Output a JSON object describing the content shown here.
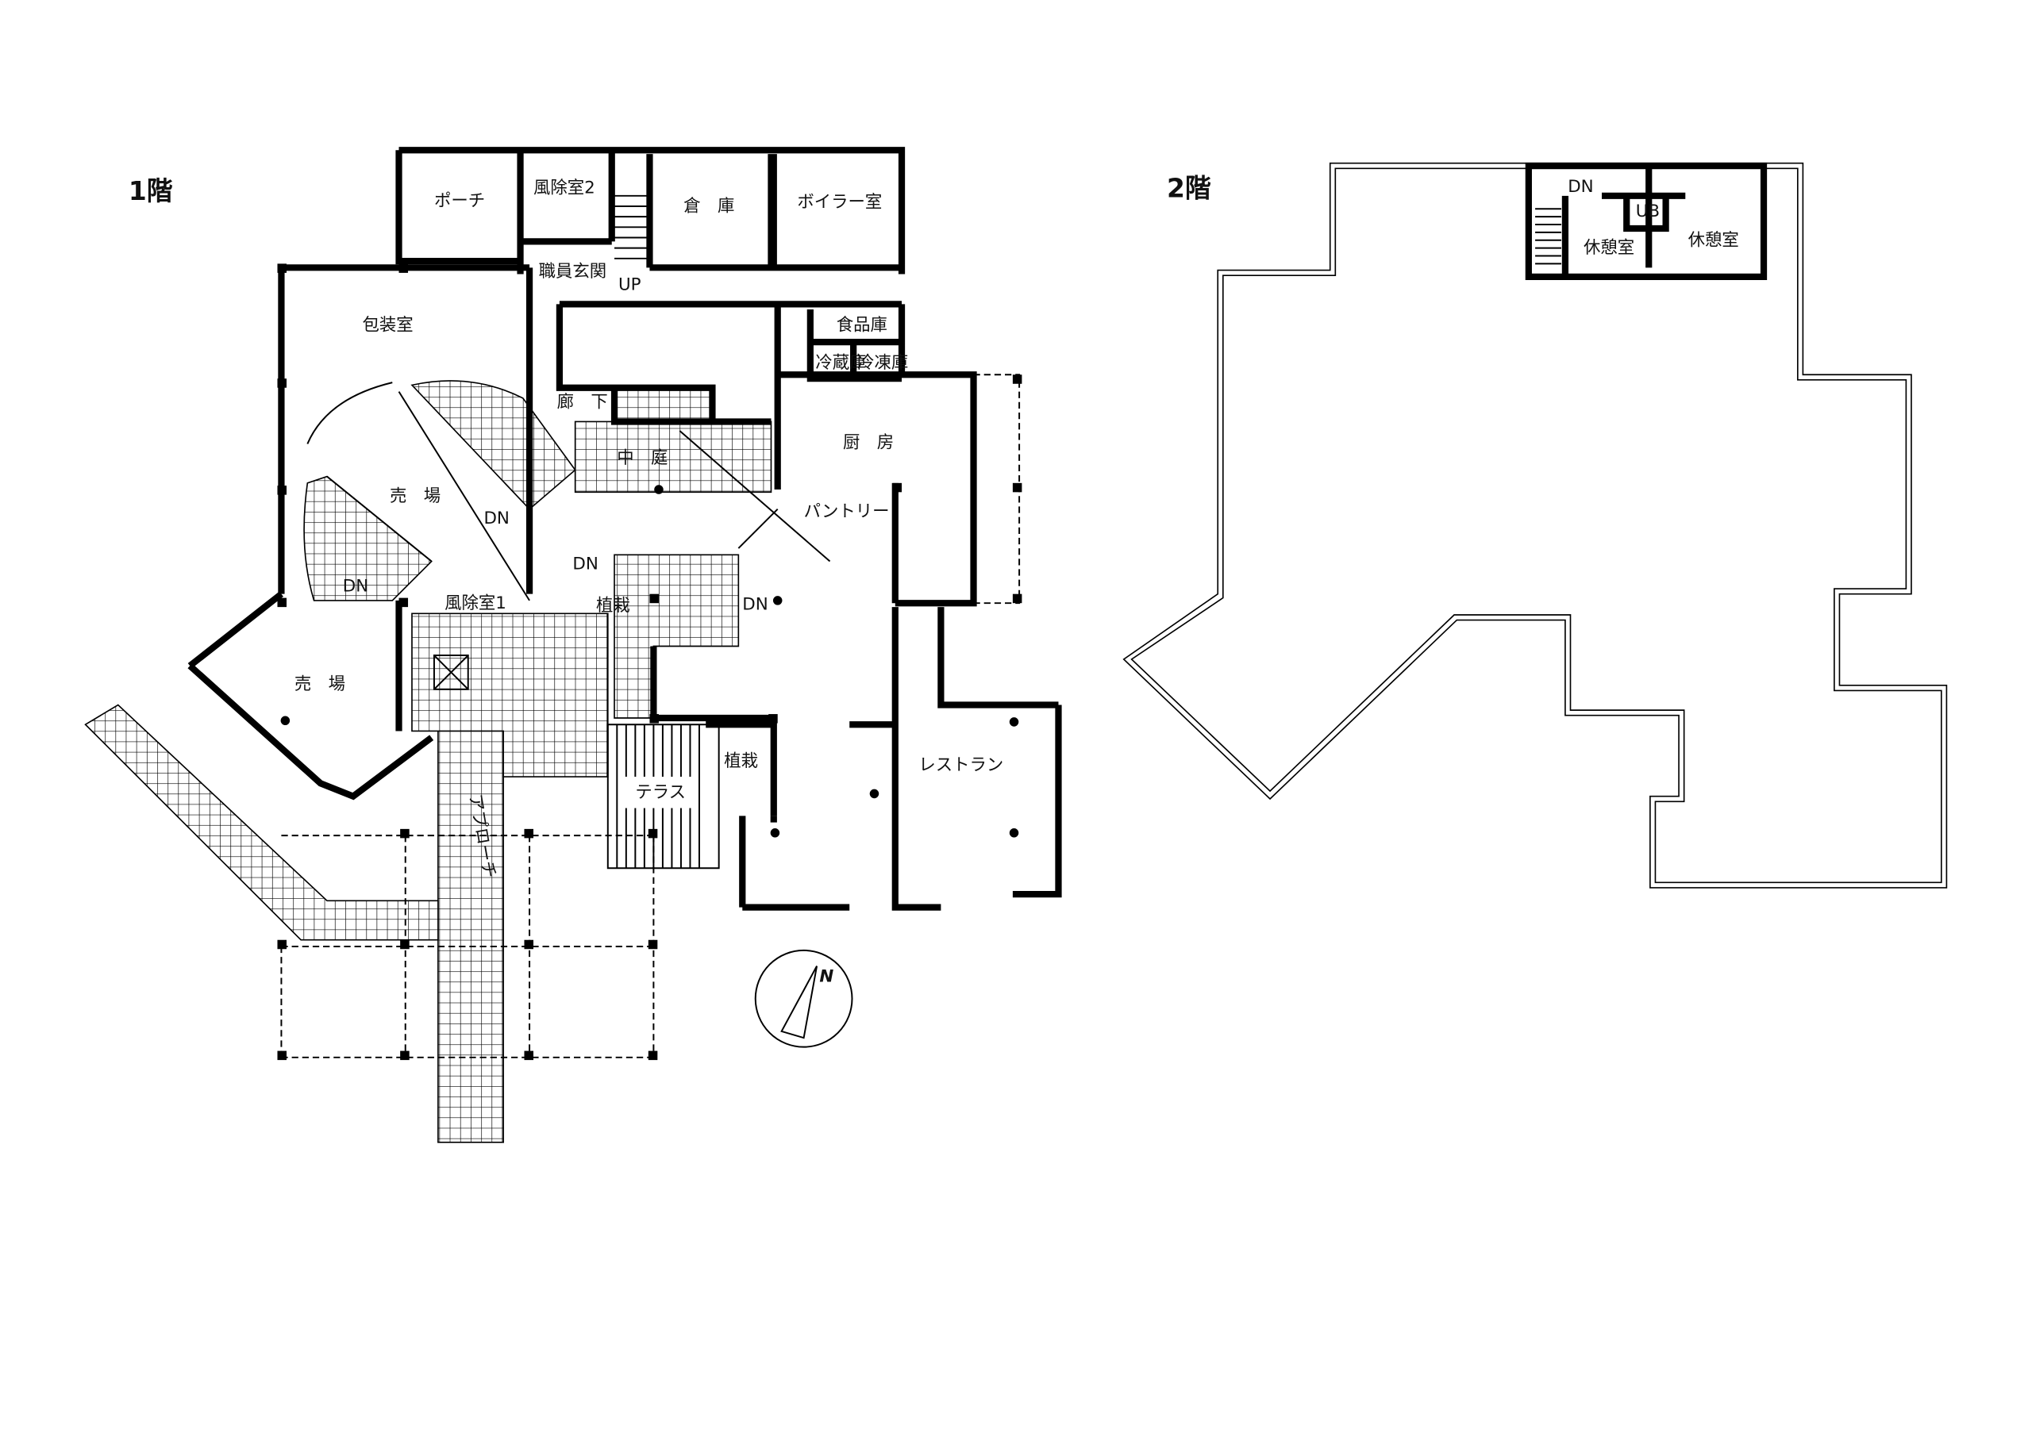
{
  "floor1": {
    "title": "1階",
    "rooms": {
      "porch": "ポーチ",
      "vestibule2": "風除室2",
      "storage": "倉　庫",
      "boiler": "ボイラー室",
      "staff_entrance": "職員玄関",
      "up": "UP",
      "packing": "包装室",
      "pantry_food": "食品庫",
      "fridge": "冷蔵庫",
      "freezer": "冷凍庫",
      "corridor": "廊　下",
      "courtyard": "中　庭",
      "kitchen": "厨　房",
      "shop1": "売　場",
      "dn1": "DN",
      "dn2": "DN",
      "dn3": "DN",
      "dn4": "DN",
      "pantry": "パントリー",
      "vestibule1": "風除室1",
      "planting1": "植栽",
      "shop2": "売　場",
      "terrace": "テラス",
      "planting2": "植栽",
      "restaurant": "レストラン",
      "approach": "アプローチ"
    },
    "north": "N"
  },
  "floor2": {
    "title": "2階",
    "rooms": {
      "dn": "DN",
      "ub": "UB",
      "rest1": "休憩室",
      "rest2": "休憩室"
    }
  }
}
